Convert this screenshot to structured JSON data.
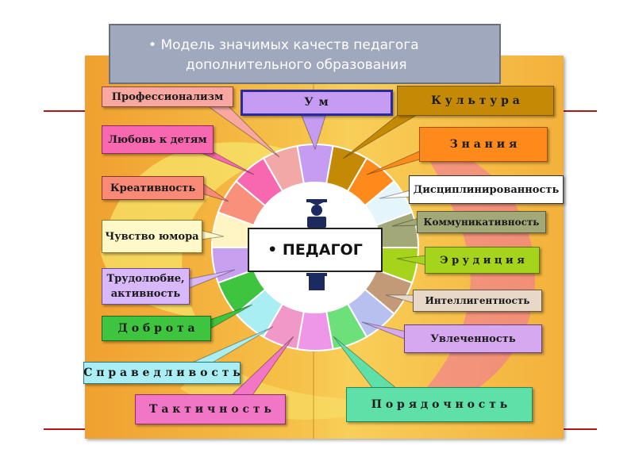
{
  "title": {
    "bullet": "•",
    "line1": "Модель значимых качеств педагога",
    "line2": "дополнительного образования"
  },
  "center_label": "• ПЕДАГОГ",
  "qualities": {
    "um": "У м",
    "kultura": "К у л ь т у р а",
    "znaniya": "З н а н и я",
    "disciplined": "Дисциплинированность",
    "communicative": "Коммуникативность",
    "erudition": "Э р у д и ц и я",
    "intelligence": "Интеллигентность",
    "enthusiasm": "Увлеченность",
    "orderliness": "П о р я д о ч н о с т ь",
    "tactfulness": "Т а к т и ч н о с т ь",
    "justice": "С п р а в е д л и в о с т ь",
    "kindness": "Д о б р о т а",
    "diligence_l1": "Трудолюбие,",
    "diligence_l2": "активность",
    "humor": "Чувство юмора",
    "creativity": "Креативность",
    "love_children": "Любовь к детям",
    "professionalism": "Профессионализм"
  },
  "colors": {
    "title_bg": "#9fa8bd",
    "board": "#f6c24a",
    "um": "#c59cf2",
    "kultura": "#c48a06",
    "znaniya": "#ff8a1c",
    "accent_red": "#b01818"
  }
}
